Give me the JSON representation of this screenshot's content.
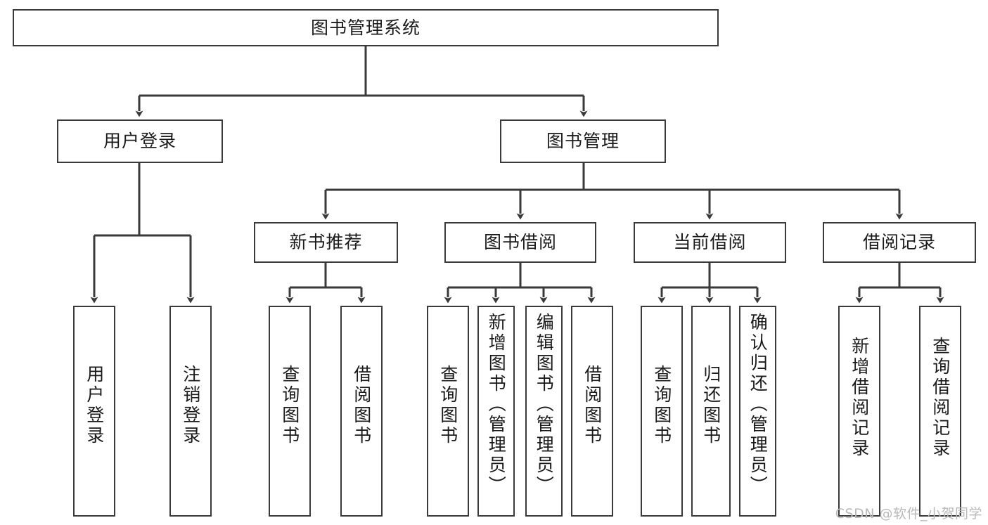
{
  "diagram": {
    "title": "图书管理系统",
    "type": "hierarchy-tree",
    "stroke_color": "#3a3a3a",
    "fill_color": "#ffffff",
    "text_color": "#1a1a1a"
  },
  "root": {
    "label": "图书管理系统"
  },
  "level2": [
    {
      "label": "用户登录"
    },
    {
      "label": "图书管理"
    }
  ],
  "level3": [
    {
      "label": "新书推荐"
    },
    {
      "label": "图书借阅"
    },
    {
      "label": "当前借阅"
    },
    {
      "label": "借阅记录"
    }
  ],
  "leaves": {
    "user_login": [
      {
        "label": "用户登录"
      },
      {
        "label": "注销登录"
      }
    ],
    "new_book_recommend": [
      {
        "label": "查询图书"
      },
      {
        "label": "借阅图书"
      }
    ],
    "book_borrow": [
      {
        "label": "查询图书"
      },
      {
        "label": "新增图书（管理员）"
      },
      {
        "label": "编辑图书（管理员）"
      },
      {
        "label": "借阅图书"
      }
    ],
    "current_borrow": [
      {
        "label": "查询图书"
      },
      {
        "label": "归还图书"
      },
      {
        "label": "确认归还（管理员）"
      }
    ],
    "borrow_records": [
      {
        "label": "新增借阅记录"
      },
      {
        "label": "查询借阅记录"
      }
    ]
  },
  "watermark": {
    "text": "CSDN @软件_小贺同学"
  }
}
